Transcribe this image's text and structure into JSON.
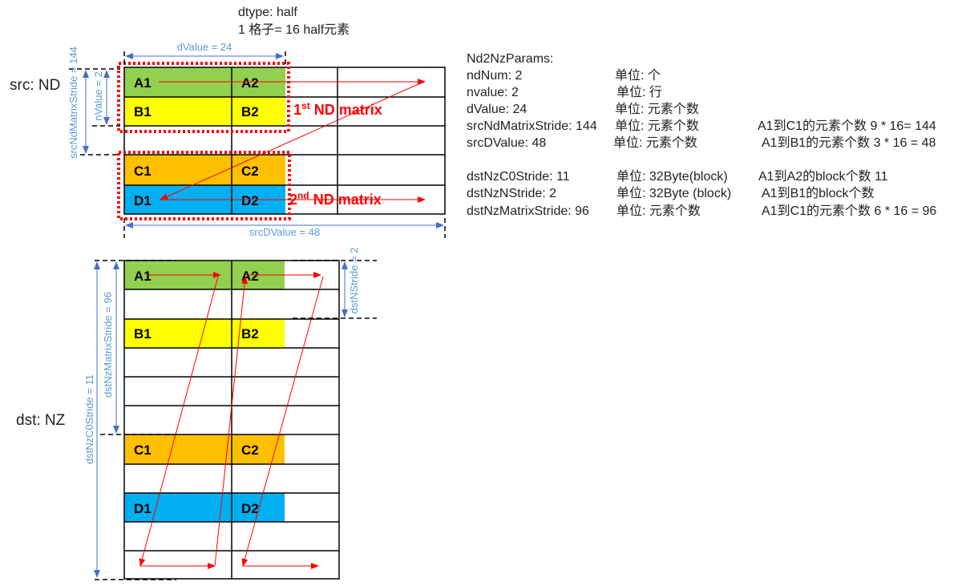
{
  "header": {
    "dtype": "dtype: half",
    "grid_unit": "1 格子= 16 half元素"
  },
  "src": {
    "label": "src: ND",
    "cells": [
      "A1",
      "A2",
      "B1",
      "B2",
      "C1",
      "C2",
      "D1",
      "D2"
    ],
    "dvalue_label": "dValue = 24",
    "srcdvalue_label": "srcDValue = 48",
    "nvalue_label": "nValue = 2",
    "stride_label": "srcNdMatrixStride = 144",
    "matrix1": {
      "num": "1",
      "sup": "st",
      "text": " ND matrix"
    },
    "matrix2": {
      "num": "2",
      "sup": "nd",
      "text": " ND matrix"
    }
  },
  "dst": {
    "label": "dst:  NZ",
    "cells": [
      "A1",
      "A2",
      "B1",
      "B2",
      "C1",
      "C2",
      "D1",
      "D2"
    ],
    "c0stride_label": "dstNzC0Stride = 11",
    "matrixstride_label": "dstNzMatrixStride = 96",
    "nstride_label": "dstNStride = 2"
  },
  "params": {
    "title": "Nd2NzParams:",
    "rows": [
      {
        "name": "ndNum: 2",
        "unit": "单位: 个",
        "note": ""
      },
      {
        "name": "nvalue: 2",
        "unit": "单位:  行",
        "note": ""
      },
      {
        "name": "dValue: 24",
        "unit": "单位: 元素个数",
        "note": ""
      },
      {
        "name": "srcNdMatrixStride: 144",
        "unit": "单位: 元素个数",
        "note": "A1到C1的元素个数  9 * 16= 144"
      },
      {
        "name": "srcDValue: 48",
        "unit": "单位: 元素个数",
        "note": "A1到B1的元素个数  3 * 16 = 48"
      },
      {
        "name": "dstNzC0Stride: 11",
        "unit": "单位: 32Byte(block)",
        "note": "A1到A2的block个数  11"
      },
      {
        "name": "dstNzNStride: 2",
        "unit": "单位: 32Byte (block)",
        "note": "A1到B1的block个数"
      },
      {
        "name": "dstNzMatrixStride: 96",
        "unit": "单位: 元素个数",
        "note": "A1到C1的元素个数  6 * 16 = 96"
      }
    ]
  },
  "colors": {
    "A": "#92D050",
    "B": "#FFFF00",
    "C": "#FFC000",
    "D": "#00B0F0",
    "accent": "#FF0000",
    "dim": "#5B9BD5"
  }
}
